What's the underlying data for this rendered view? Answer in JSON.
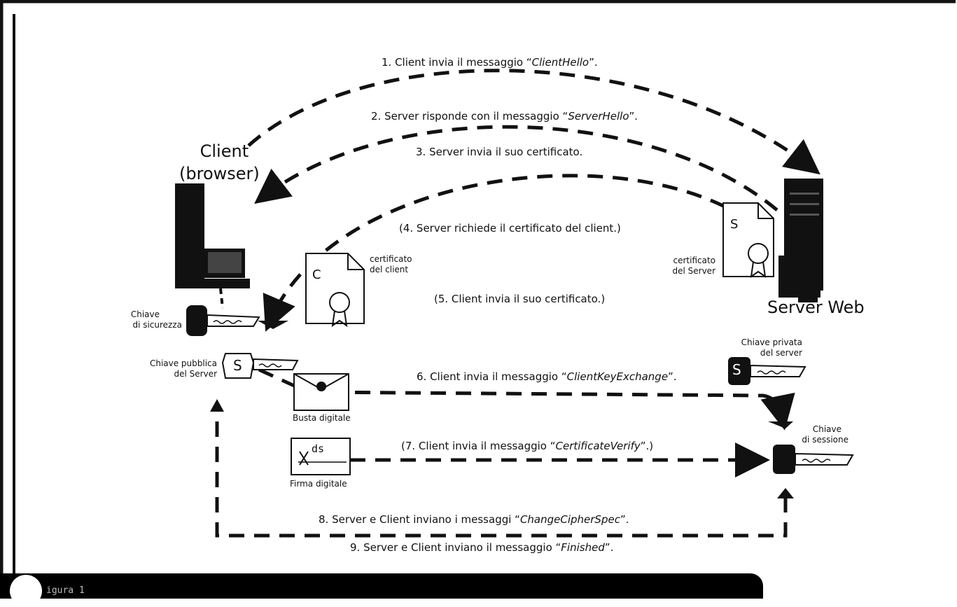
{
  "steps": {
    "s1": {
      "pre": "1. Client invia il messaggio “",
      "em": "ClientHello",
      "post": "”."
    },
    "s2": {
      "pre": "2. Server risponde con il messaggio “",
      "em": "ServerHello",
      "post": "”."
    },
    "s3": "3. Server invia il suo certificato.",
    "s4": "(4. Server richiede il certificato del client.)",
    "s5": "(5. Client invia il suo certificato.)",
    "s6": {
      "pre": "6. Client invia il messaggio “",
      "em": "ClientKeyExchange",
      "post": "”."
    },
    "s7": {
      "pre": "(7. Client invia il messaggio “",
      "em": "CertificateVerify",
      "post": "”.)"
    },
    "s8": {
      "pre": "8. Server e Client inviano i messaggi “",
      "em": "ChangeCipherSpec",
      "post": "”."
    },
    "s9": {
      "pre": "9. Server e Client inviano il messaggio “",
      "em": "Finished",
      "post": "”."
    }
  },
  "client": {
    "line1": "Client",
    "line2": "(browser)"
  },
  "server": {
    "name": "Server Web"
  },
  "labels": {
    "client_cert_l1": "certificato",
    "client_cert_l2": "del client",
    "server_cert_l1": "certificato",
    "server_cert_l2": "del Server",
    "security_key_l1": "Chiave",
    "security_key_l2": "di sicurezza",
    "public_key_l1": "Chiave pubblica",
    "public_key_l2": "del Server",
    "private_key_l1": "Chiave privata",
    "private_key_l2": "del server",
    "session_key_l1": "Chiave",
    "session_key_l2": "di sessione",
    "envelope": "Busta digitale",
    "signature": "Firma digitale",
    "cert_letter_c": "C",
    "cert_letter_s": "S",
    "key_letter_s": "S",
    "signature_ds": "ds"
  },
  "footer": {
    "text": "igura 1"
  },
  "colors": {
    "ink": "#111111",
    "background": "#ffffff",
    "footer": "#000000"
  }
}
